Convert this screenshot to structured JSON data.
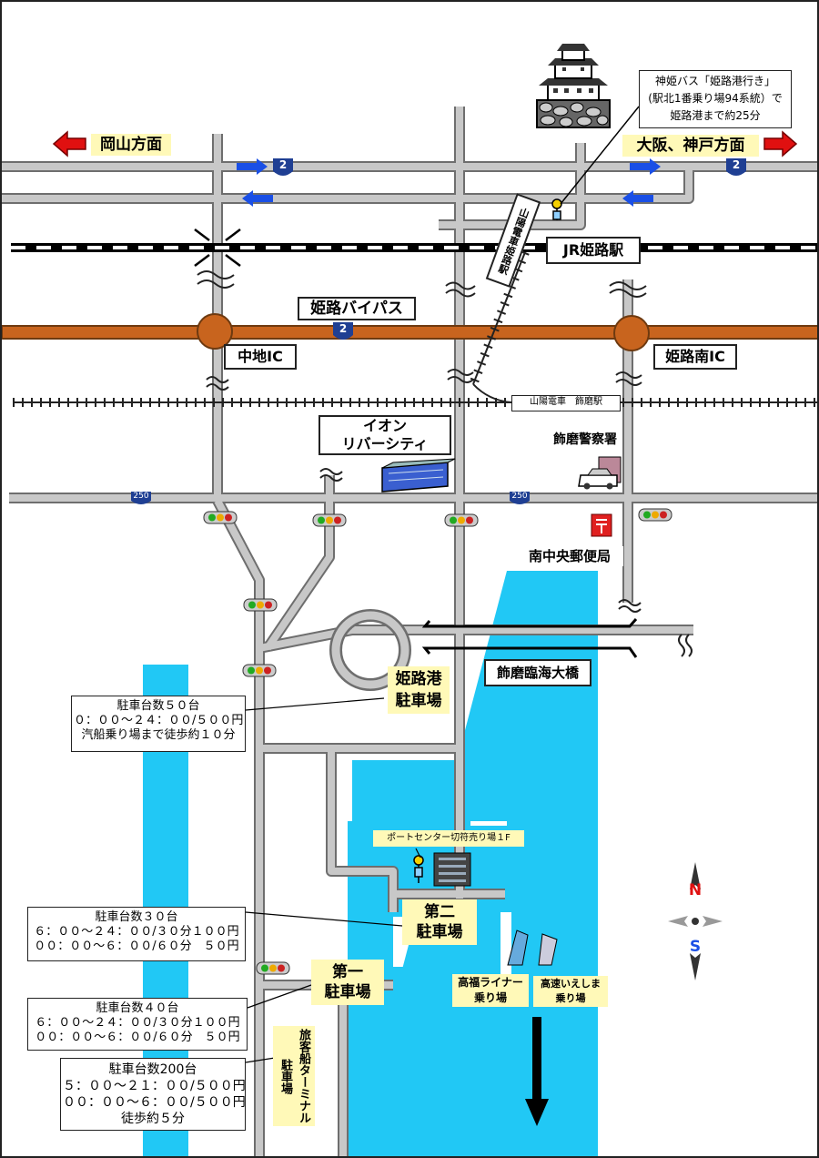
{
  "directions": {
    "okayama": "岡山方面",
    "osaka_kobe": "大阪、神戸方面"
  },
  "route2": "2",
  "route250": "250",
  "stations": {
    "jr_himeji": "JR姫路駅",
    "sanyo_himeji": "山陽電車姫路駅",
    "sanyo_shikama": "山陽電車　飾磨駅"
  },
  "bus_note": {
    "line1": "神姫バス「姫路港行き」",
    "line2": "(駅北1番乗り場94系統）で",
    "line3": "姫路港まで約25分"
  },
  "bypass": "姫路バイパス",
  "ic": {
    "nakachi": "中地IC",
    "himeji_minami": "姫路南IC"
  },
  "aeon": {
    "line1": "イオン",
    "line2": "リバーシティ"
  },
  "police": "飾磨警察署",
  "post_office": "南中央郵便局",
  "bridge": "飾磨臨海大橋",
  "port_parking": {
    "name_line1": "姫路港",
    "name_line2": "駐車場",
    "info": [
      "駐車台数５０台",
      "０：００～２４：００/５００円",
      "汽船乗り場まで徒歩約１０分"
    ]
  },
  "port_center": "ポートセンター切符売り場１F",
  "parking2": {
    "name_line1": "第二",
    "name_line2": "駐車場",
    "info": [
      "駐車台数３０台",
      "６：００～２４：００/３０分１００円",
      "００：００～６：００/６０分　５０円"
    ]
  },
  "parking1": {
    "name_line1": "第一",
    "name_line2": "駐車場",
    "info": [
      "駐車台数４０台",
      "６：００～２４：００/３０分１００円",
      "００：００～６：００/６０分　５０円"
    ]
  },
  "passenger_terminal": {
    "name_line1": "旅客船ターミナル",
    "name_line2": "駐車場",
    "info": [
      "駐車台数200台",
      "５：００～２１：００/５００円",
      "００：００～６：００/５００円",
      "徒歩約５分"
    ]
  },
  "takafuku": {
    "line1": "高福ライナー",
    "line2": "乗り場"
  },
  "kosoku": {
    "line1": "高速いえしま",
    "line2": "乗り場"
  },
  "compass": {
    "north": "N",
    "south": "S"
  },
  "colors": {
    "sea": "#21c8f5",
    "road": "#c8c8c8",
    "bypass": "#c8641e",
    "label_bg": "#fff9b8",
    "arrow_red": "#e01010",
    "arrow_blue": "#1a4fe6"
  }
}
